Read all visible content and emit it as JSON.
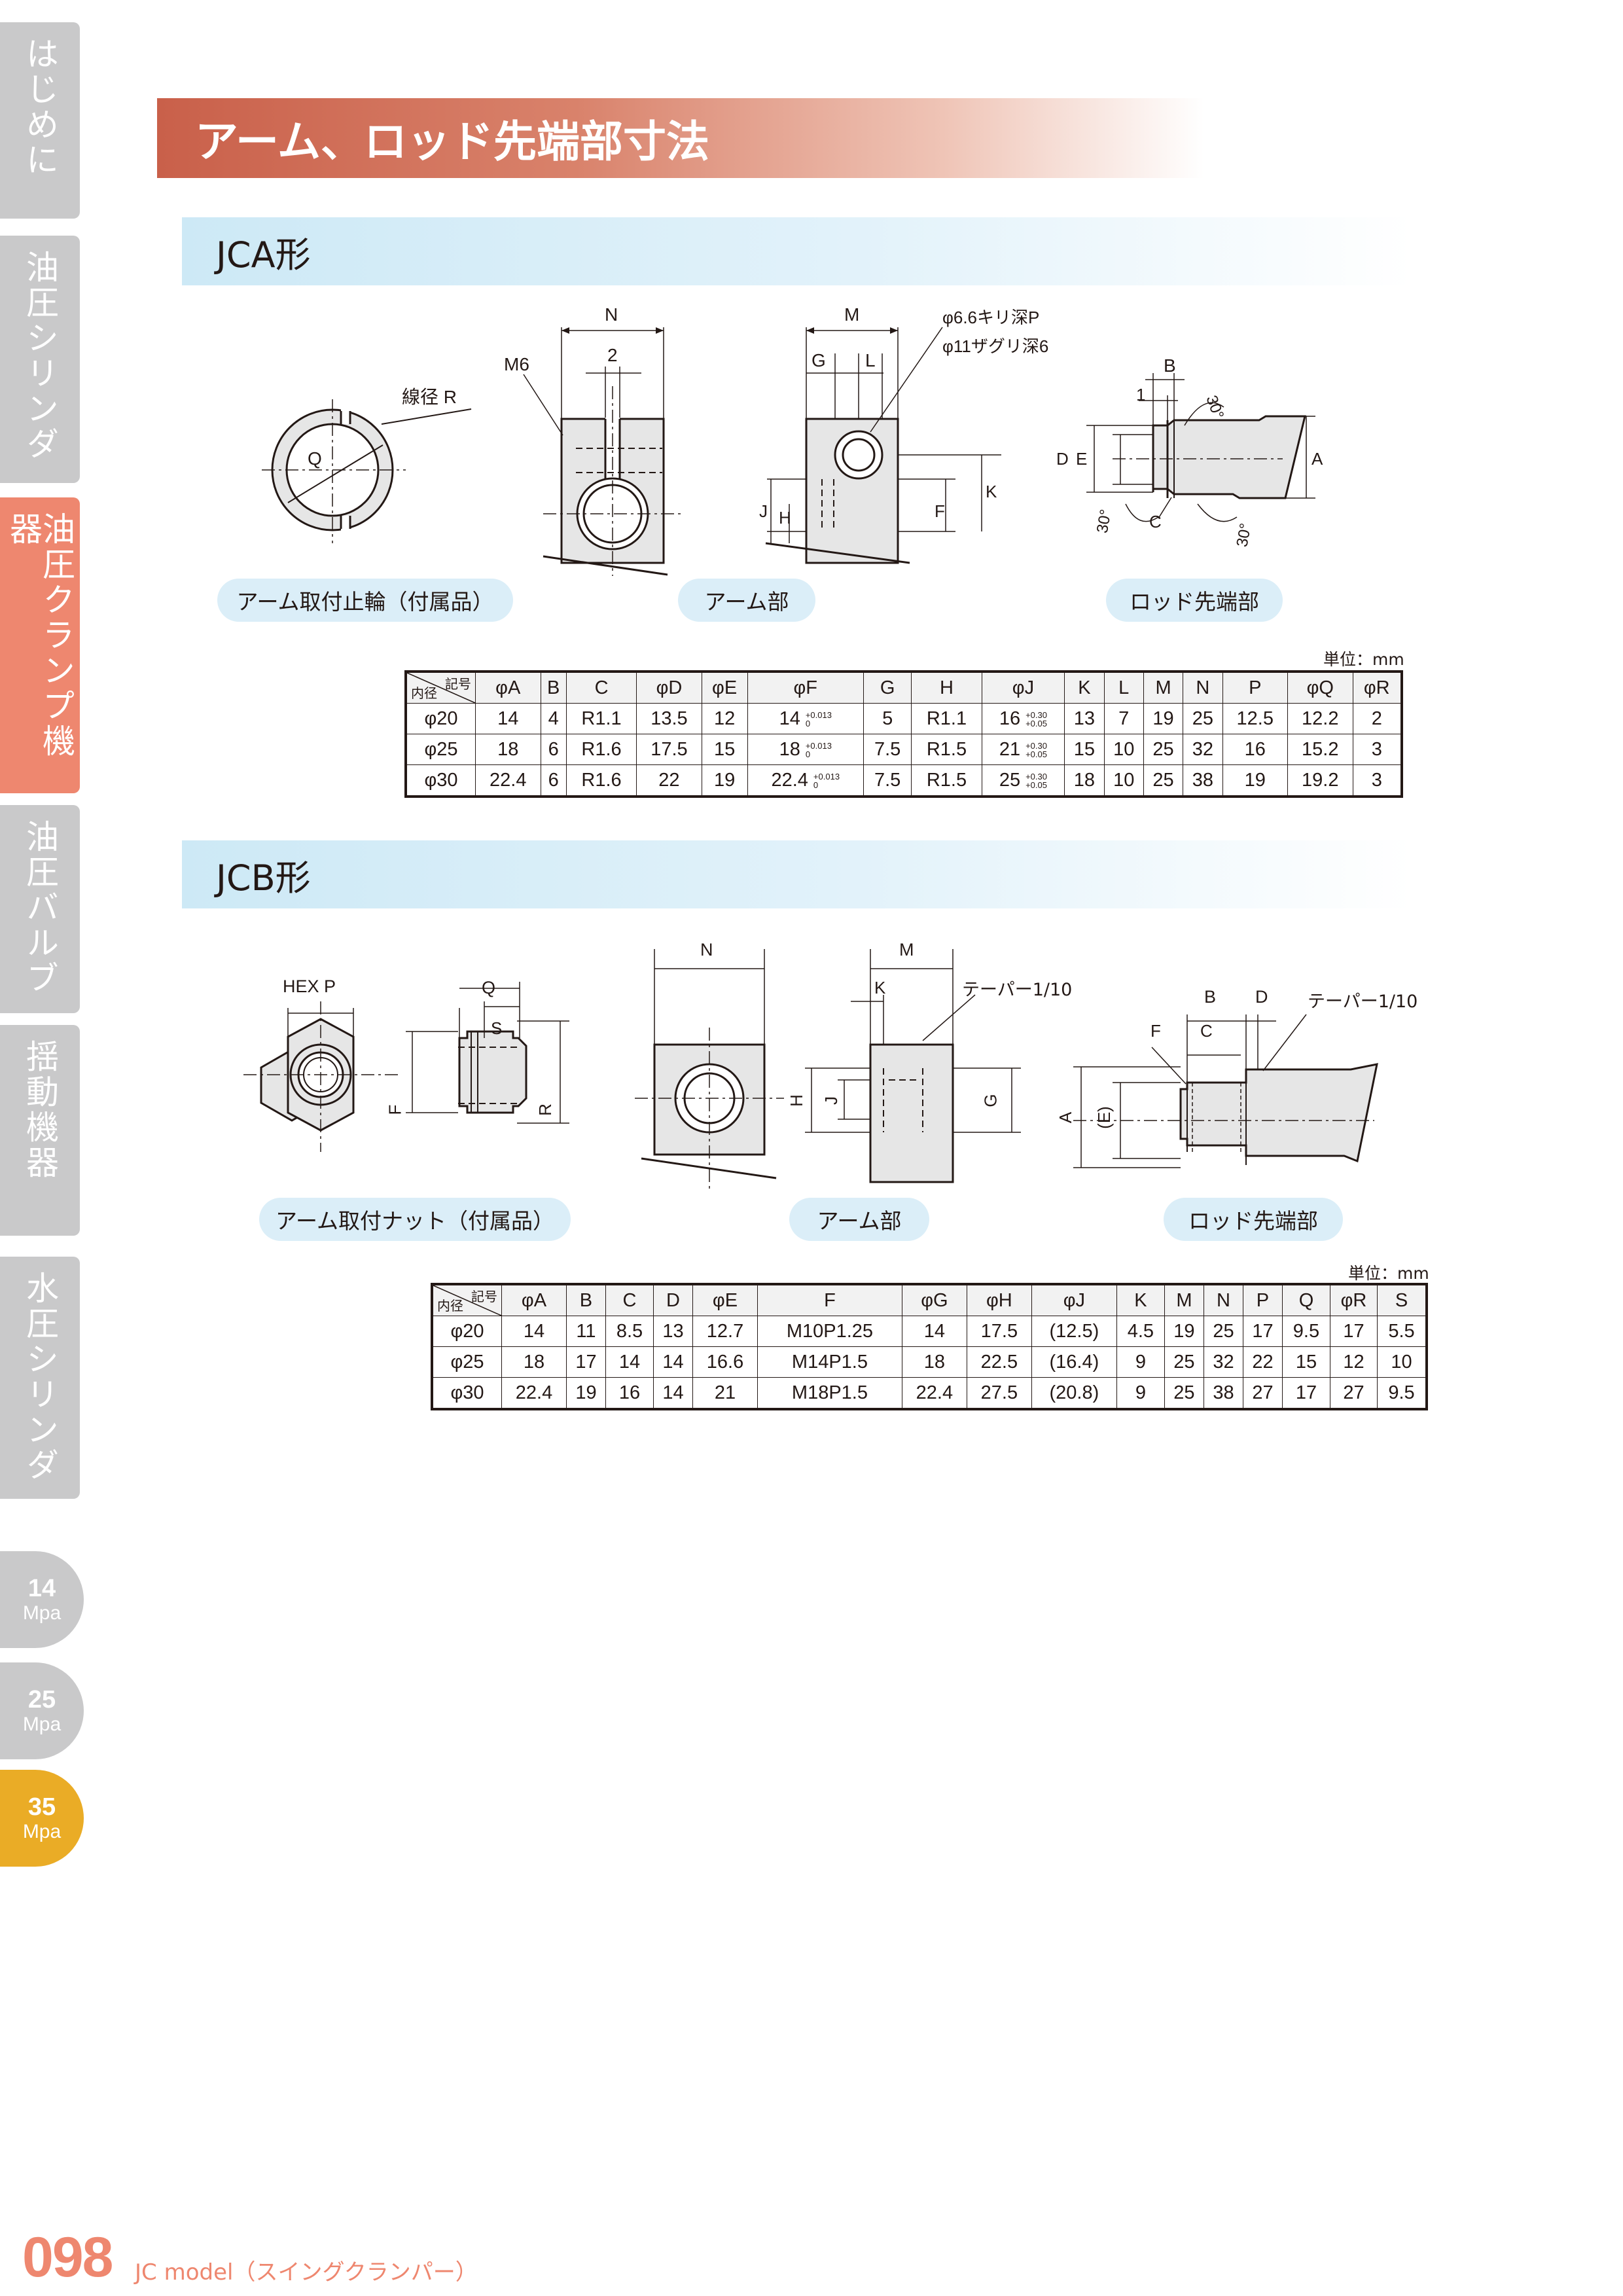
{
  "sidebar": {
    "tabs": [
      {
        "label": "はじめに",
        "active": false
      },
      {
        "label": "油圧シリンダ",
        "active": false
      },
      {
        "label": "油圧クランプ機器",
        "active": true
      },
      {
        "label": "油圧バルブ",
        "active": false
      },
      {
        "label": "揺動機器",
        "active": false
      },
      {
        "label": "水圧シリンダ",
        "active": false
      }
    ],
    "pressure": [
      {
        "value": "14",
        "unit": "Mpa",
        "active": false
      },
      {
        "value": "25",
        "unit": "Mpa",
        "active": false
      },
      {
        "value": "35",
        "unit": "Mpa",
        "active": true
      }
    ],
    "colors": {
      "tab_inactive": "#c9c9ca",
      "tab_active": "#ee876f",
      "pressure_active": "#eaac26"
    }
  },
  "page_title": "アーム、ロッド先端部寸法",
  "jca": {
    "heading": "JCA形",
    "drawing_labels": {
      "ring_wire": "線径 R",
      "q": "Q",
      "n": "N",
      "m6": "M6",
      "two": "2",
      "m": "M",
      "g": "G",
      "l": "L",
      "drill": "φ6.6キリ深P",
      "counterbore": "φ11ザグリ深6",
      "j": "J",
      "h": "H",
      "f": "F",
      "k": "K",
      "b": "B",
      "one": "1",
      "deg30": "30°",
      "d": "D",
      "e": "E",
      "a": "A",
      "c": "C"
    },
    "captions": [
      "アーム取付止輪（付属品）",
      "アーム部",
      "ロッド先端部"
    ],
    "unit": "単位：mm",
    "table": {
      "corner_top": "記号",
      "corner_bottom": "内径",
      "headers": [
        "φA",
        "B",
        "C",
        "φD",
        "φE",
        "φF",
        "G",
        "H",
        "φJ",
        "K",
        "L",
        "M",
        "N",
        "P",
        "φQ",
        "φR"
      ],
      "tol_F": {
        "upper": "+0.013",
        "lower": "0"
      },
      "tol_J": {
        "upper": "+0.30",
        "lower": "+0.05"
      },
      "rows": [
        {
          "size": "φ20",
          "cells": [
            "14",
            "4",
            "R1.1",
            "13.5",
            "12",
            "14",
            "5",
            "R1.1",
            "16",
            "13",
            "7",
            "19",
            "25",
            "12.5",
            "12.2",
            "2"
          ]
        },
        {
          "size": "φ25",
          "cells": [
            "18",
            "6",
            "R1.6",
            "17.5",
            "15",
            "18",
            "7.5",
            "R1.5",
            "21",
            "15",
            "10",
            "25",
            "32",
            "16",
            "15.2",
            "3"
          ]
        },
        {
          "size": "φ30",
          "cells": [
            "22.4",
            "6",
            "R1.6",
            "22",
            "19",
            "22.4",
            "7.5",
            "R1.5",
            "25",
            "18",
            "10",
            "25",
            "38",
            "19",
            "19.2",
            "3"
          ]
        }
      ]
    }
  },
  "jcb": {
    "heading": "JCB形",
    "drawing_labels": {
      "hexp": "HEX P",
      "f": "F",
      "q": "Q",
      "s": "S",
      "r": "R",
      "n": "N",
      "m": "M",
      "k": "K",
      "taper": "テーパー1/10",
      "h": "H",
      "j": "J",
      "g": "G",
      "b": "B",
      "d": "D",
      "c": "C",
      "a": "A",
      "e": "(E)"
    },
    "captions": [
      "アーム取付ナット（付属品）",
      "アーム部",
      "ロッド先端部"
    ],
    "unit": "単位：mm",
    "table": {
      "corner_top": "記号",
      "corner_bottom": "内径",
      "headers": [
        "φA",
        "B",
        "C",
        "D",
        "φE",
        "F",
        "φG",
        "φH",
        "φJ",
        "K",
        "M",
        "N",
        "P",
        "Q",
        "φR",
        "S"
      ],
      "rows": [
        {
          "size": "φ20",
          "cells": [
            "14",
            "11",
            "8.5",
            "13",
            "12.7",
            "M10P1.25",
            "14",
            "17.5",
            "(12.5)",
            "4.5",
            "19",
            "25",
            "17",
            "9.5",
            "17",
            "5.5"
          ]
        },
        {
          "size": "φ25",
          "cells": [
            "18",
            "17",
            "14",
            "14",
            "16.6",
            "M14P1.5",
            "18",
            "22.5",
            "(16.4)",
            "9",
            "25",
            "32",
            "22",
            "15",
            "12",
            "10"
          ]
        },
        {
          "size": "φ30",
          "cells": [
            "22.4",
            "19",
            "16",
            "14",
            "21",
            "M18P1.5",
            "22.4",
            "27.5",
            "(20.8)",
            "9",
            "25",
            "38",
            "27",
            "17",
            "27",
            "9.5"
          ]
        }
      ]
    }
  },
  "footer": {
    "page": "098",
    "model": "JC model（スイングクランパー）"
  }
}
